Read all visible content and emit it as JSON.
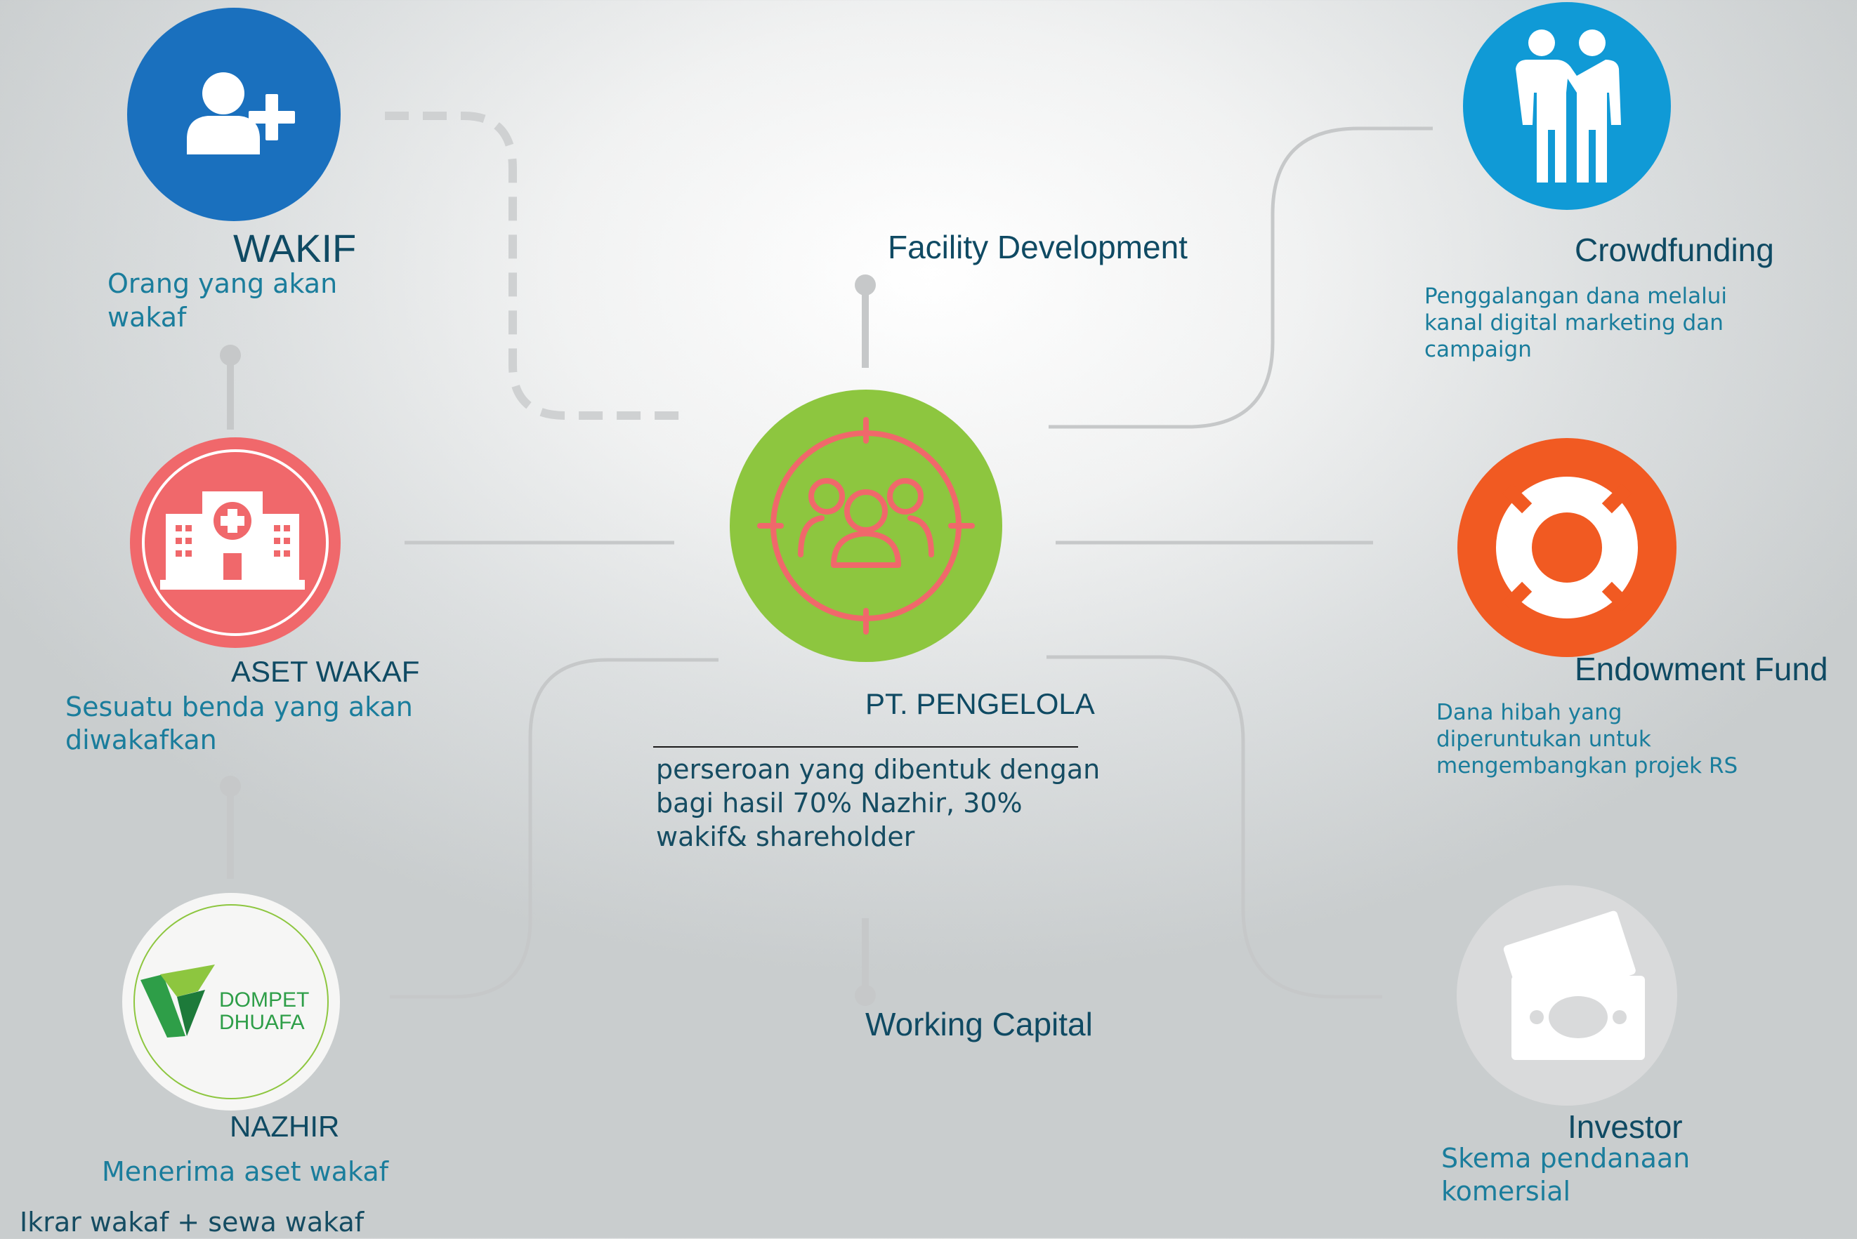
{
  "colors": {
    "wakif": "#1a70be",
    "aset_wakaf": "#f0686b",
    "nazhir": "#f6f6f5",
    "pengelola": "#8dc63f",
    "pengelola_icon": "#f0686b",
    "crowdfunding": "#109ad6",
    "endowment": "#f15a22",
    "investor": "#d9dadb",
    "title_text": "#0f4a63",
    "desc_text": "#1a7d9c",
    "connector": "#c6c8c9",
    "dashed_connector": "#cfd1d2"
  },
  "nodes": {
    "wakif": {
      "title": "WAKIF",
      "desc_1": "Orang yang akan",
      "desc_2": "wakaf",
      "icon": "add-user-icon"
    },
    "aset_wakaf": {
      "title": "ASET WAKAF",
      "desc_1": "Sesuatu benda yang akan",
      "desc_2": "diwakafkan",
      "icon": "hospital-icon"
    },
    "nazhir": {
      "title": "NAZHIR",
      "desc_1": "Menerima aset wakaf",
      "logo_line_1": "DOMPET",
      "logo_line_2": "DHUAFA",
      "icon": "dompet-dhuafa-logo"
    },
    "pengelola": {
      "title": "PT. PENGELOLA",
      "desc_1": "perseroan yang dibentuk dengan",
      "desc_2": "bagi hasil 70% Nazhir, 30%",
      "desc_3": "wakif& shareholder",
      "icon": "group-target-icon"
    },
    "crowdfunding": {
      "title": "Crowdfunding",
      "desc_1": "Penggalangan dana melalui",
      "desc_2": "kanal digital marketing dan",
      "desc_3": "campaign",
      "icon": "people-icon"
    },
    "endowment": {
      "title": "Endowment Fund",
      "desc_1": "Dana hibah yang",
      "desc_2": "diperuntukan untuk",
      "desc_3": "mengembangkan projek RS",
      "icon": "lifebuoy-icon"
    },
    "investor": {
      "title": "Investor",
      "desc_1": "Skema pendanaan",
      "desc_2": "komersial",
      "icon": "money-icon"
    }
  },
  "labels": {
    "facility": "Facility Development",
    "working_capital": "Working Capital",
    "footer": "Ikrar wakaf + sewa wakaf"
  }
}
